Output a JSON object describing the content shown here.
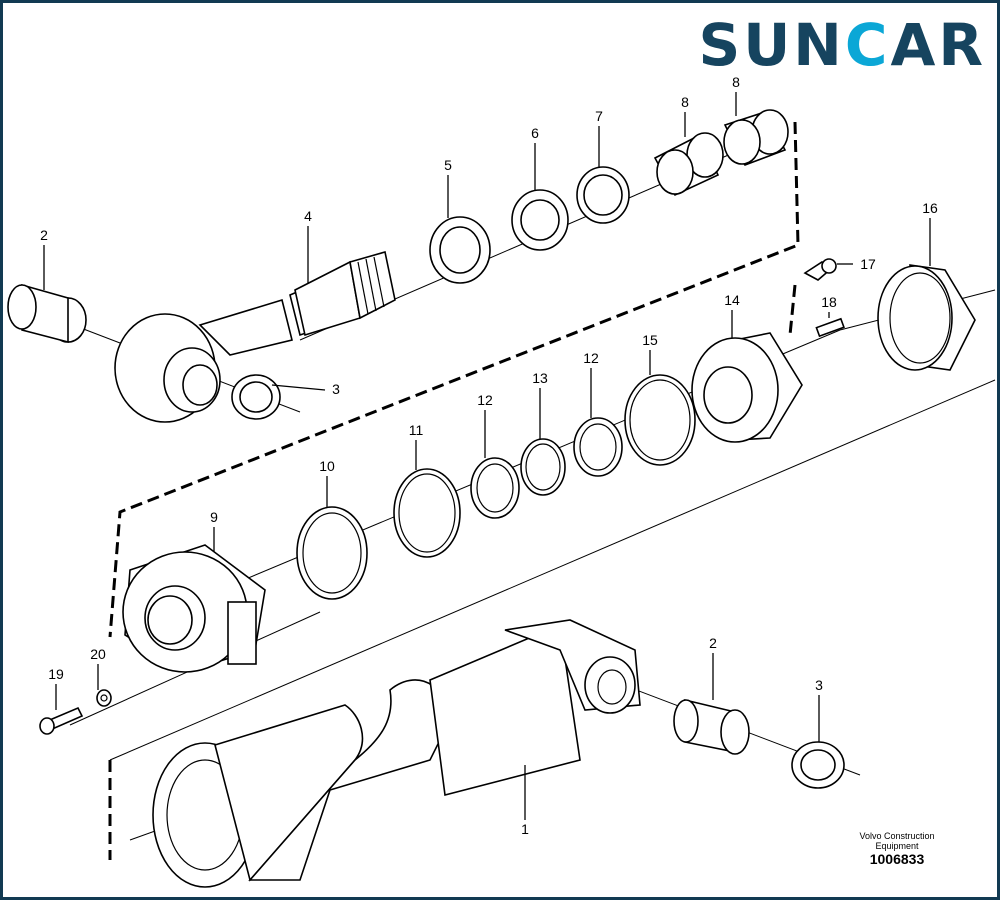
{
  "logo": {
    "part1": "SUN",
    "part2": "C",
    "part3": "AR"
  },
  "caption": {
    "line1": "Volvo Construction",
    "line2": "Equipment",
    "code": "1006833"
  },
  "colors": {
    "frame": "#123a52",
    "logo_primary": "#16445f",
    "logo_accent": "#0ba7d6"
  },
  "callouts": {
    "c1": "1",
    "c2a": "2",
    "c2b": "2",
    "c3a": "3",
    "c3b": "3",
    "c4": "4",
    "c5": "5",
    "c6": "6",
    "c7": "7",
    "c8a": "8",
    "c8b": "8",
    "c9": "9",
    "c10": "10",
    "c11": "11",
    "c12a": "12",
    "c12b": "12",
    "c13": "13",
    "c14": "14",
    "c15": "15",
    "c16": "16",
    "c17": "17",
    "c18": "18",
    "c19": "19",
    "c20": "20"
  }
}
